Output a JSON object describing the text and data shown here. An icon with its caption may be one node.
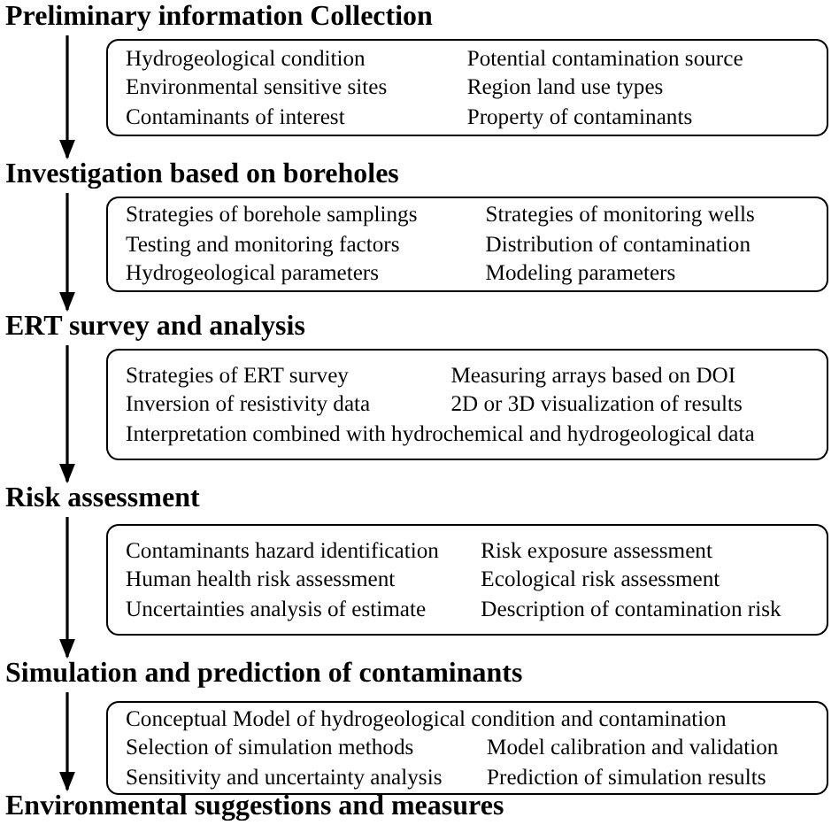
{
  "diagram": {
    "nodes": [
      {
        "text": [
          "Preliminary information Collection"
        ]
      },
      {
        "text": [
          "Hydrogeological condition",
          "Potential contamination source",
          "Environmental sensitive sites",
          "Region land use types",
          "Contaminants of interest",
          "Property of contaminants"
        ]
      },
      {
        "text": [
          "Investigation based on boreholes"
        ]
      },
      {
        "text": [
          "Strategies of borehole samplings",
          "Strategies of monitoring wells",
          "Testing and monitoring factors",
          "Distribution of contamination",
          "Hydrogeological parameters",
          "Modeling parameters"
        ]
      },
      {
        "text": [
          "ERT survey and analysis"
        ]
      },
      {
        "text": [
          "Strategies of ERT survey",
          "Measuring arrays based on DOI",
          "Inversion of resistivity data",
          "2D or 3D visualization of results",
          "Interpretation combined with hydrochemical and hydrogeological data"
        ]
      },
      {
        "text": [
          "Risk assessment"
        ]
      },
      {
        "text": [
          "Contaminants hazard identification",
          "Risk exposure assessment",
          "Human health risk assessment",
          "Ecological risk assessment",
          "Uncertainties analysis of estimate",
          "Description of contamination risk"
        ]
      },
      {
        "text": [
          "Simulation and prediction of contaminants"
        ]
      },
      {
        "text": [
          "Conceptual Model of hydrogeological condition and contamination",
          "Selection of simulation methods",
          "Model calibration and validation",
          "Sensitivity and uncertainty analysis",
          "Prediction of simulation results"
        ]
      },
      {
        "text": [
          "Environmental suggestions and measures"
        ]
      }
    ],
    "edges": [
      {
        "from": 0,
        "to": 2,
        "arrow": "to"
      },
      {
        "from": 2,
        "to": 4,
        "arrow": "to"
      },
      {
        "from": 4,
        "to": 6,
        "arrow": "to"
      },
      {
        "from": 6,
        "to": 8,
        "arrow": "to"
      },
      {
        "from": 8,
        "to": 10,
        "arrow": "to"
      }
    ]
  }
}
